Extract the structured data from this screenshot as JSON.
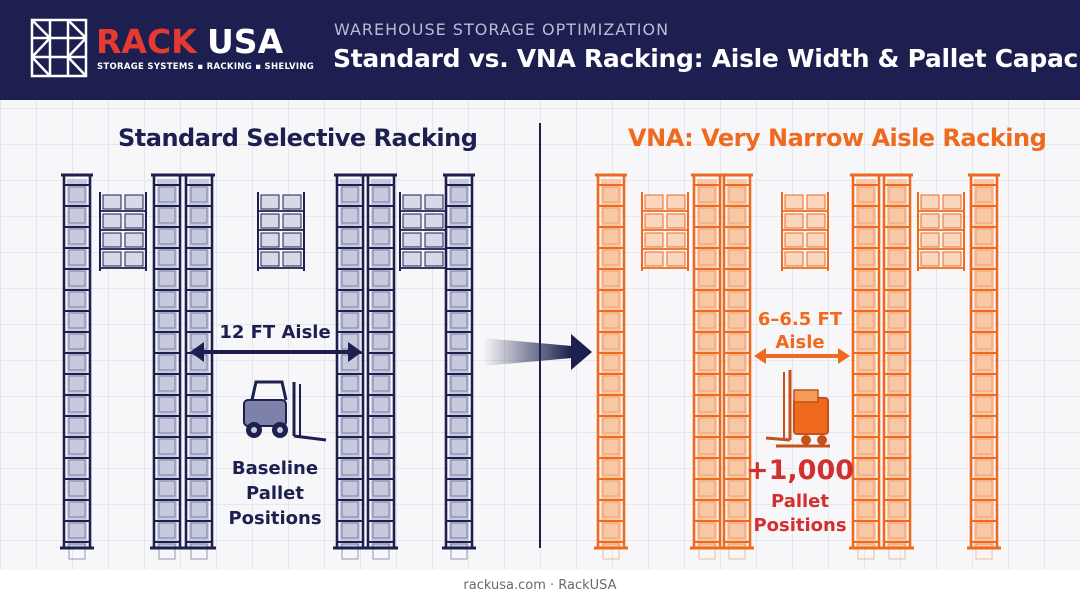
{
  "header": {
    "logo_text_1": "RACK",
    "logo_text_2": "USA",
    "logo_tagline": "STORAGE SYSTEMS ▪ RACKING ▪ SHELVING",
    "kicker": "WAREHOUSE STORAGE OPTIMIZATION",
    "title": "Standard vs. VNA Racking: Aisle Width & Pallet Capacity"
  },
  "left": {
    "title": "Standard Selective Racking",
    "aisle_label": "12 FT Aisle",
    "result_line1": "Baseline",
    "result_line2": "Pallet",
    "result_line3": "Positions"
  },
  "right": {
    "title": "VNA: Very Narrow Aisle Racking",
    "aisle_line1": "6–6.5 FT",
    "aisle_line2": "Aisle",
    "result_big": "+1,000",
    "result_line2": "Pallet",
    "result_line3": "Positions"
  },
  "footer": {
    "text": "rackusa.com · RackUSA"
  },
  "colors": {
    "navy": "#1c1f4f",
    "orange": "#ef6a1f",
    "red": "#d32f2f",
    "grid": "#e6e7ec"
  },
  "icons": [
    "rack-frame-icon",
    "forklift-icon",
    "reach-truck-icon",
    "arrow-icon"
  ]
}
